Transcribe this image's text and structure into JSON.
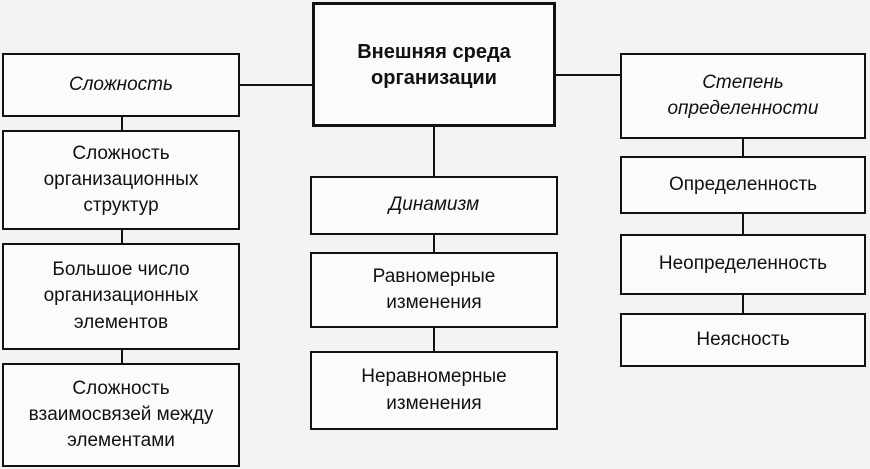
{
  "diagram": {
    "root": {
      "label": "Внешняя среда\nорганизации"
    },
    "left_branch": {
      "header": "Сложность",
      "items": [
        "Сложность\nорганизационных\nструктур",
        "Большое число\nорганизационных\nэлементов",
        "Сложность\nвзаимосвязей между\nэлементами"
      ]
    },
    "middle_branch": {
      "header": "Динамизм",
      "items": [
        "Равномерные\nизменения",
        "Неравномерные\nизменения"
      ]
    },
    "right_branch": {
      "header": "Степень\nопределенности",
      "items": [
        "Определенность",
        "Неопределенность",
        "Неясность"
      ]
    }
  }
}
